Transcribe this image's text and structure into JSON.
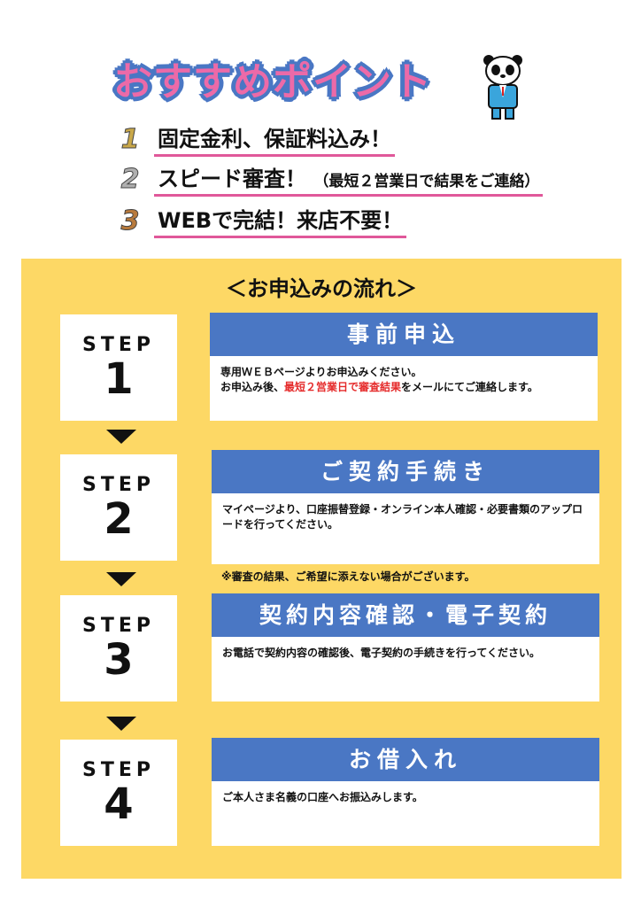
{
  "title": "おすすめポイント",
  "points": [
    {
      "num": "1",
      "text": "固定金利、保証料込み！",
      "color": "#c9a84a"
    },
    {
      "num": "2",
      "text": "スピード審査！",
      "sub": "（最短２営業日で結果をご連絡）",
      "color": "#b0b0b0"
    },
    {
      "num": "3",
      "text": "WEBで完結！来店不要！",
      "color": "#b87a3c"
    }
  ],
  "flow": {
    "title": "＜お申込みの流れ＞",
    "step_label": "STEP",
    "note": "※審査の結果、ご希望に添えない場合がございます。",
    "steps": [
      {
        "num": "1",
        "heading": "事前申込",
        "line1": "専用ＷＥＢページよりお申込みください。",
        "line2a": "お申込み後、",
        "line2red": "最短２営業日で審査結果",
        "line2b": "をメールにてご連絡します。"
      },
      {
        "num": "2",
        "heading": "ご契約手続き",
        "line1": "マイページより、口座振替登録・オンライン本人確認・必要書類のアップロードを行ってください。"
      },
      {
        "num": "3",
        "heading": "契約内容確認・電子契約",
        "line1": "お電話で契約内容の確認後、電子契約の手続きを行ってください。"
      },
      {
        "num": "4",
        "heading": "お借入れ",
        "line1": "ご本人さま名義の口座へお振込みします。"
      }
    ]
  },
  "colors": {
    "yellow": "#fdd865",
    "blue": "#4a77c4",
    "pink": "#ec6aa8",
    "red": "#e52a2a"
  }
}
